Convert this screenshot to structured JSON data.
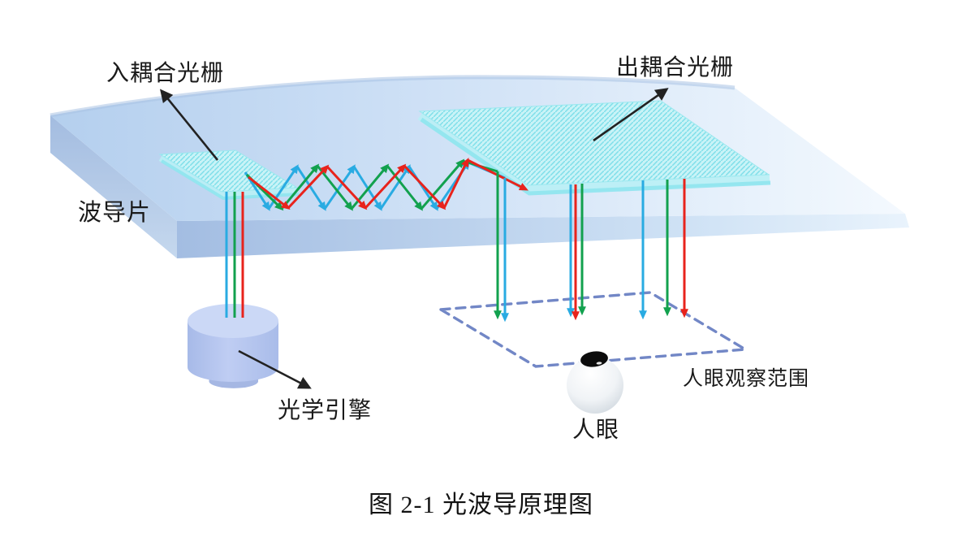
{
  "figure": {
    "type": "schematic-diagram",
    "caption": "图 2-1 光波导原理图",
    "labels": {
      "in_coupling_grating": "入耦合光栅",
      "out_coupling_grating": "出耦合光栅",
      "waveguide_plate": "波导片",
      "optical_engine": "光学引擎",
      "eye_observation_range": "人眼观察范围",
      "human_eye": "人眼"
    },
    "colors": {
      "ray_red": "#e8231c",
      "ray_green": "#12a14e",
      "ray_blue": "#29abe2",
      "grating_fill": "#c9f3f7",
      "grating_stripe": "#7fdfe9",
      "grating_edge": "#9be8ef",
      "slab_top": "#bdd5ef",
      "slab_side": "#a3bce0",
      "dashed_box": "#7287c6",
      "engine_body": "#b3c5ef",
      "eye_pupil": "#0c0c0c",
      "pointer_arrow": "#222222",
      "label_text": "#1a1a1a"
    }
  }
}
